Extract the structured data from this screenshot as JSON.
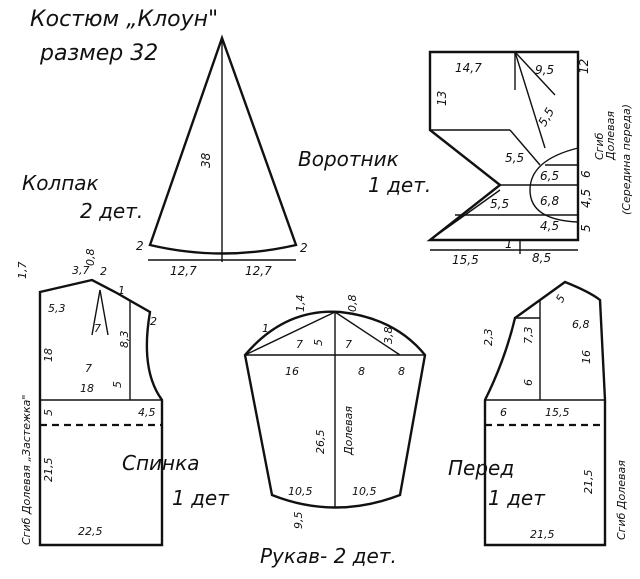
{
  "header": {
    "title": "Костюм „Клоун\"",
    "size": "размер 32"
  },
  "cap": {
    "name": "Колпак",
    "count": "2 дет.",
    "height": "38",
    "base_left": "12,7",
    "base_right": "12,7",
    "side_left": "2",
    "side_right": "2"
  },
  "collar": {
    "name": "Воротник",
    "count": "1 дет.",
    "top_width": "14,7",
    "left_height": "13",
    "top_right": "9,5",
    "right_12": "12",
    "inner_a": "5,5",
    "inner_b": "5,5",
    "inner_c": "5,5",
    "inner_d": "6,5",
    "inner_e": "6,8",
    "inner_f": "4,5",
    "right_6": "6",
    "right_45": "4,5",
    "right_5": "5",
    "bottom_left": "15,5",
    "bottom_one": "1",
    "bottom_right": "8,5",
    "fold": "Сгиб",
    "grain": "Долевая",
    "middle": "(Середина переда)"
  },
  "back": {
    "name": "Спинка",
    "count": "1 дет",
    "d17": "1,7",
    "d37": "3,7",
    "d08": "0,8",
    "d2": "2",
    "d1": "1",
    "d53": "5,3",
    "d7a": "7",
    "d83": "8,3",
    "d2b": "2",
    "d18a": "18",
    "d7b": "7",
    "d18b": "18",
    "d5a": "5",
    "d5b": "5",
    "d45": "4,5",
    "d215": "21,5",
    "d225": "22,5",
    "side_text": "Сгиб Долевая „Застежка\""
  },
  "sleeve": {
    "name": "Рукав- 2 дет.",
    "d14": "1,4",
    "d08": "0,8",
    "d1": "1",
    "d7a": "7",
    "d5": "5",
    "d7b": "7",
    "d38": "3,8",
    "d16": "16",
    "d8a": "8",
    "d8b": "8",
    "d265": "26,5",
    "grain": "Долевая",
    "d105a": "10,5",
    "d105b": "10,5",
    "d95": "9,5"
  },
  "front": {
    "name": "Перед",
    "count": "1 дет",
    "d5top": "5",
    "d68": "6,8",
    "d23": "2,3",
    "d73": "7,3",
    "d16": "16",
    "d6a": "6",
    "d6b": "6",
    "d155": "15,5",
    "d215a": "21,5",
    "d215b": "21,5",
    "side_text": "Сгиб Долевая"
  }
}
